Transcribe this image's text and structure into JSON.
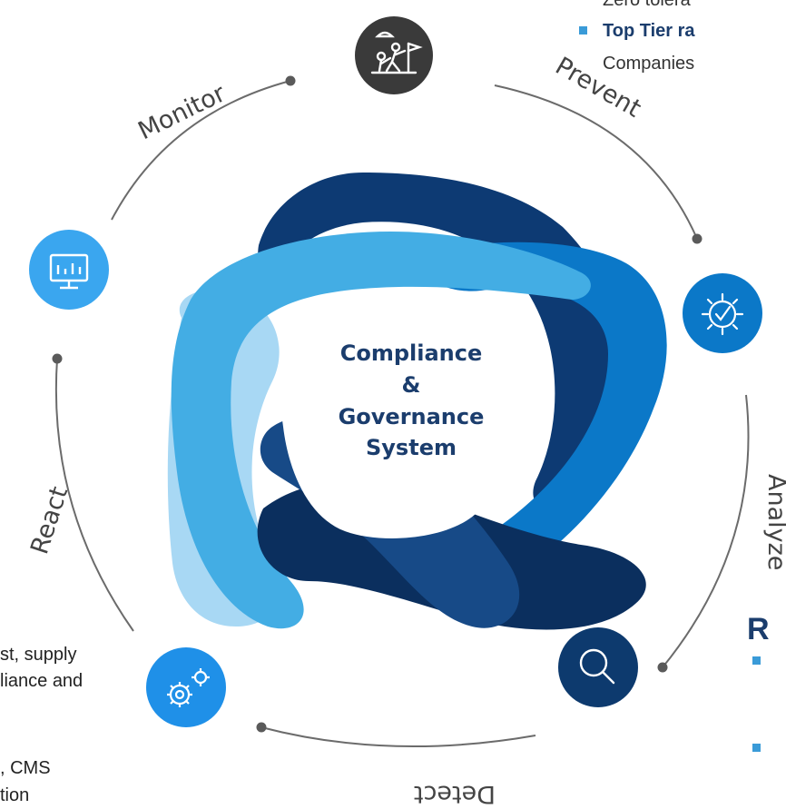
{
  "center": {
    "line1": "Compliance",
    "line2": "&",
    "line3": "Governance",
    "line4": "System"
  },
  "stages": {
    "monitor": "Monitor",
    "prevent": "Prevent",
    "analyze": "Analyze",
    "detect": "Detect",
    "react": "React"
  },
  "top_right_text": {
    "line0": "Zero tolera",
    "bold": "Top Tier ra",
    "line2": "Companies"
  },
  "right_heading": "R",
  "left_text": {
    "line1": "st, supply",
    "line2": "liance and",
    "line3": ", CMS",
    "line4": "tion"
  },
  "icons": {
    "top": "climbing-team-icon",
    "left": "monitor-chart-icon",
    "right": "gear-check-icon",
    "bottom_left": "gears-icon",
    "bottom_right": "search-icon"
  },
  "colors": {
    "dark_navy": "#0b2f5e",
    "mid_blue": "#0b78c8",
    "light_blue": "#43ade4",
    "pale_blue": "#a8d8f4",
    "icon_dark": "#3a3a3a",
    "text_navy": "#1b3d6d"
  }
}
